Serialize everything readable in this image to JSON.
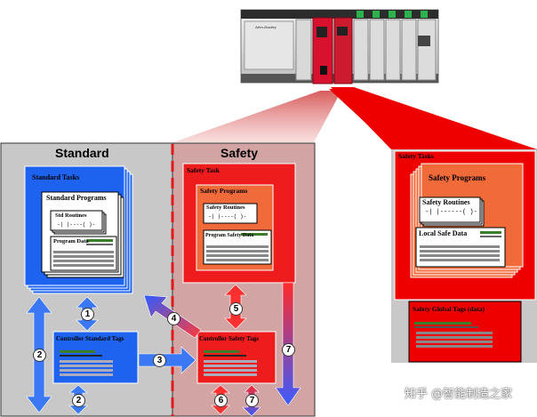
{
  "plc": {
    "brand": "Allen-Bradley"
  },
  "standard": {
    "header": "Standard",
    "tasks": "Standard Tasks",
    "programs": "Standard Programs",
    "routines": "Std Routines",
    "ladder": "-| |----( )-",
    "program_data": "Program Data",
    "controller_tags": "Controller Standard Tags"
  },
  "safety": {
    "header": "Safety",
    "task": "Safety Task",
    "programs": "Safety Programs",
    "routines": "Safety Routines",
    "ladder": "-| |----( )-",
    "program_data": "Program Safety Data",
    "controller_tags": "Controller Safety Tags"
  },
  "detail": {
    "tasks": "Safety Tasks",
    "programs": "Safety Programs",
    "routines": "Safety Routines",
    "ladder": "-| |------( )-",
    "local_data": "Local Safe Data",
    "global_tags": "Safety Global Tags (data)"
  },
  "arrows": [
    "1",
    "2",
    "2",
    "3",
    "4",
    "5",
    "6",
    "7",
    "7"
  ],
  "watermark": "知乎 @智能制造之家",
  "colors": {
    "standard_panel": "#c8c8c8",
    "safety_panel": "#d0a0a0",
    "blue_box": "#1e63f0",
    "red_box": "#ee1c1c",
    "orange_inner": "#f06a3a",
    "divider": "#e11b1b"
  }
}
